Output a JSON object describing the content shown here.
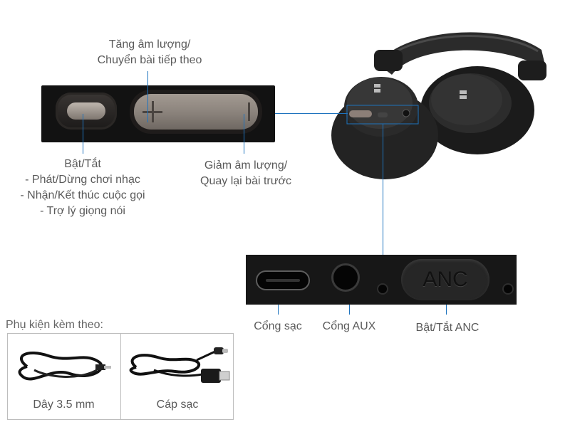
{
  "labels": {
    "vol_up_line1": "Tăng âm lượng/",
    "vol_up_line2": "Chuyển bài tiếp theo",
    "power_line1": "Bật/Tắt",
    "power_line2": "- Phát/Dừng chơi nhạc",
    "power_line3": "- Nhận/Kết thúc cuộc gọi",
    "power_line4": "- Trợ lý giọng nói",
    "vol_down_line1": "Giảm âm lượng/",
    "vol_down_line2": "Quay lại bài trước",
    "charge_port": "Cổng sạc",
    "aux_port": "Cổng AUX",
    "anc_toggle": "Bật/Tắt ANC",
    "anc_button_text": "ANC"
  },
  "accessories": {
    "heading": "Phụ kiện kèm theo:",
    "items": [
      {
        "label": "Dây 3.5 mm",
        "icon": "aux-cable-icon"
      },
      {
        "label": "Cáp sạc",
        "icon": "usb-c-cable-icon"
      }
    ]
  },
  "colors": {
    "callout_line": "#1e73be",
    "label_text": "#5a5a5a"
  }
}
